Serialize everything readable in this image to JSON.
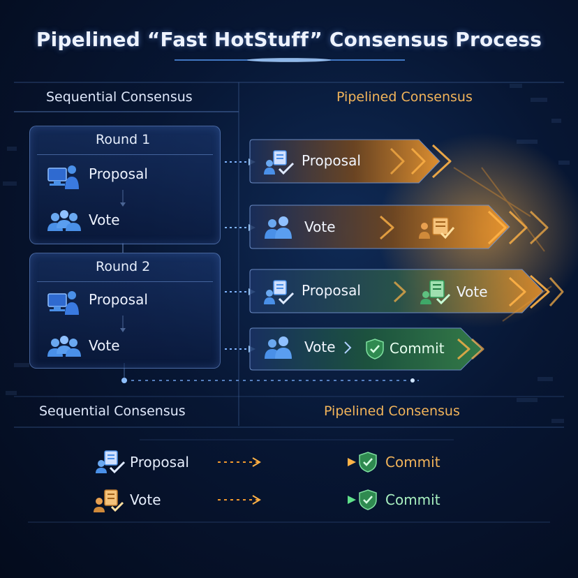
{
  "title": "Pipelined “Fast HotStuff” Consensus Process",
  "top_headers": {
    "left": "Sequential Consensus",
    "right": "Pipelined Consensus"
  },
  "sequential": {
    "rounds": [
      {
        "title": "Round 1",
        "proposal": "Proposal",
        "vote": "Vote"
      },
      {
        "title": "Round 2",
        "proposal": "Proposal",
        "vote": "Vote"
      }
    ]
  },
  "pipeline": {
    "rows": [
      {
        "first": "Proposal"
      },
      {
        "first": "Vote"
      },
      {
        "first": "Proposal",
        "second": "Vote"
      },
      {
        "first": "Vote",
        "second": "Commit"
      }
    ]
  },
  "bottom_headers": {
    "left": "Sequential Consensus",
    "right": "Pipelined Consensus"
  },
  "summary": [
    {
      "from": "Proposal",
      "to": "Commit"
    },
    {
      "from": "Vote",
      "to": "Commit"
    }
  ],
  "colors": {
    "orange": "#f29a2e",
    "green": "#3fc878",
    "blue": "#4a90e8"
  }
}
